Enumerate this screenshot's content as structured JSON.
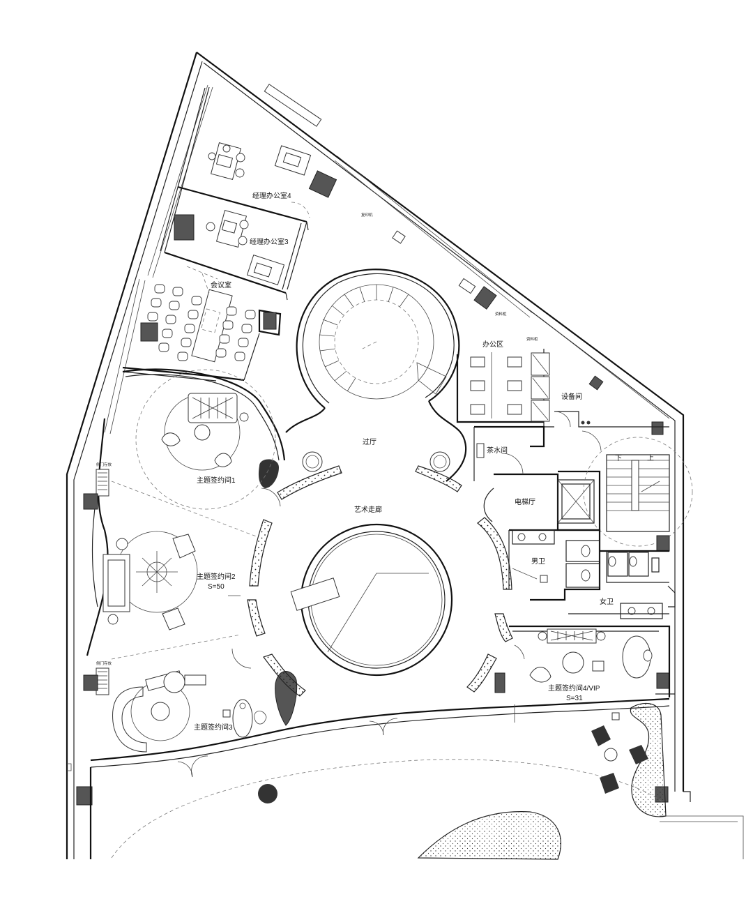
{
  "rooms": {
    "manager_office_4": "经理办公室4",
    "manager_office_3": "经理办公室3",
    "meeting_room": "会议室",
    "office_area": "办公区",
    "equipment_room": "设备间",
    "hall": "过厅",
    "tea_room": "茶水间",
    "art_corridor": "艺术走廊",
    "elevator_hall": "电梯厅",
    "mens_wc": "男卫",
    "womens_wc": "女卫",
    "theme_room_1": "主题签约间1",
    "theme_room_2": "主题签约间2",
    "theme_room_2_area": "S=50",
    "theme_room_3": "主题签约间3",
    "theme_room_4": "主题签约间4/VIP",
    "theme_room_4_area": "S=31"
  },
  "stair_labels": {
    "down": "下",
    "up": "上"
  },
  "small_labels": {
    "side_door_storage_top": "侧门存放",
    "side_door_storage_bottom": "侧门存放",
    "printer": "复印机",
    "file_cabinet_1": "资料柜",
    "file_cabinet_2": "资料柜"
  },
  "colors": {
    "line": "#111111",
    "column": "#555555",
    "background": "#ffffff"
  }
}
